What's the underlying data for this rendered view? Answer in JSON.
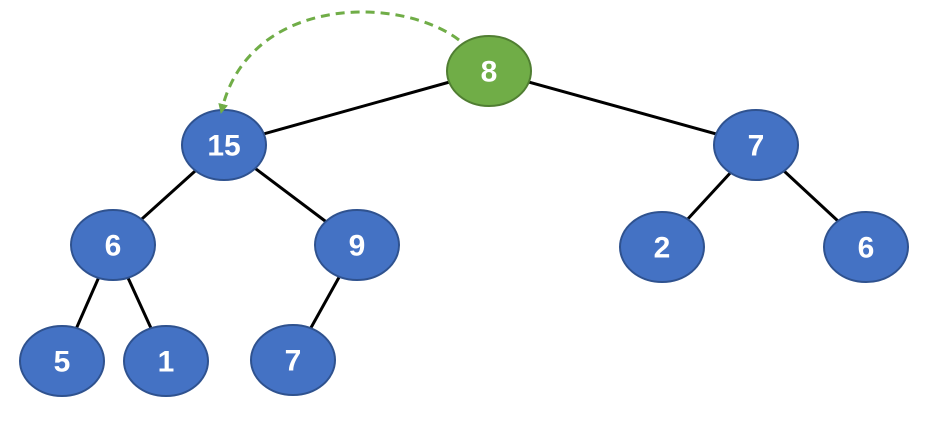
{
  "colors": {
    "node_fill": "#4472C4",
    "node_stroke": "#2F528F",
    "highlight_fill": "#70AD47",
    "highlight_stroke": "#507E32",
    "edge": "#000000",
    "arrow": "#70AD47"
  },
  "tree": {
    "nodes": [
      {
        "id": "n0",
        "value": "8",
        "highlight": true
      },
      {
        "id": "n1",
        "value": "15"
      },
      {
        "id": "n2",
        "value": "7"
      },
      {
        "id": "n3",
        "value": "6"
      },
      {
        "id": "n4",
        "value": "9"
      },
      {
        "id": "n5",
        "value": "2"
      },
      {
        "id": "n6",
        "value": "6"
      },
      {
        "id": "n7",
        "value": "5"
      },
      {
        "id": "n8",
        "value": "1"
      },
      {
        "id": "n9",
        "value": "7"
      }
    ],
    "edges": [
      [
        "n0",
        "n1"
      ],
      [
        "n0",
        "n2"
      ],
      [
        "n1",
        "n3"
      ],
      [
        "n1",
        "n4"
      ],
      [
        "n2",
        "n5"
      ],
      [
        "n2",
        "n6"
      ],
      [
        "n3",
        "n7"
      ],
      [
        "n3",
        "n8"
      ],
      [
        "n4",
        "n9"
      ]
    ],
    "swap_arrow": {
      "from": "n0",
      "to": "n1",
      "style": "dashed"
    }
  }
}
